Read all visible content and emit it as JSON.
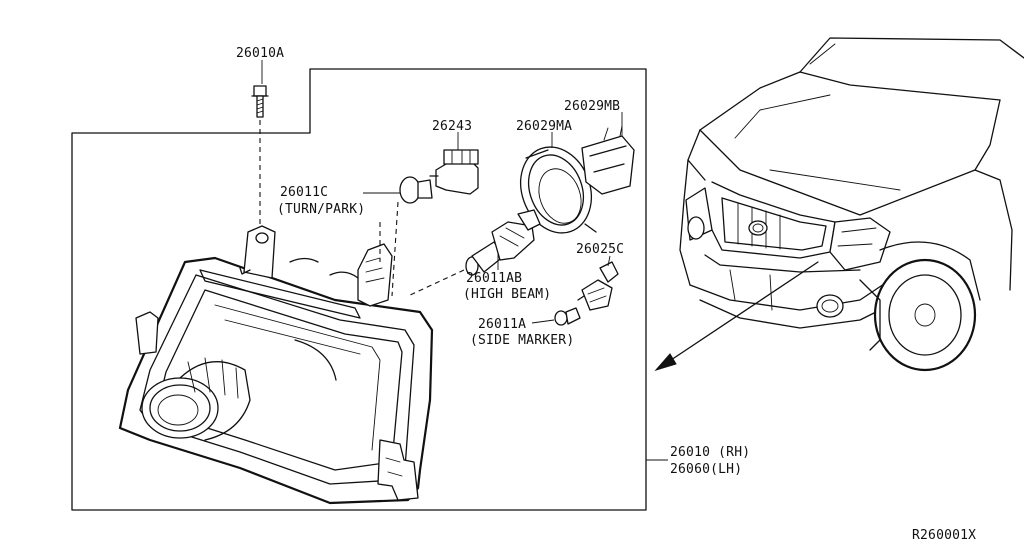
{
  "parts": {
    "screw": "26010A",
    "bulb_socket": "26243",
    "turn_park_part": "26011C",
    "turn_park_desc": "(TURN/PARK)",
    "retainer_ma": "26029MA",
    "retainer_mb": "26029MB",
    "socket_25c": "26025C",
    "high_beam_part": "26011AB",
    "high_beam_desc": "(HIGH BEAM)",
    "side_marker_part": "26011A",
    "side_marker_desc": "(SIDE MARKER)",
    "headlamp_rh": "26010 (RH)",
    "headlamp_lh": "26060(LH)"
  },
  "diagram_ref": "R260001X",
  "icons": [
    "headlamp-assembly",
    "vehicle-front",
    "bulb",
    "screw",
    "socket",
    "retainer-ring"
  ]
}
